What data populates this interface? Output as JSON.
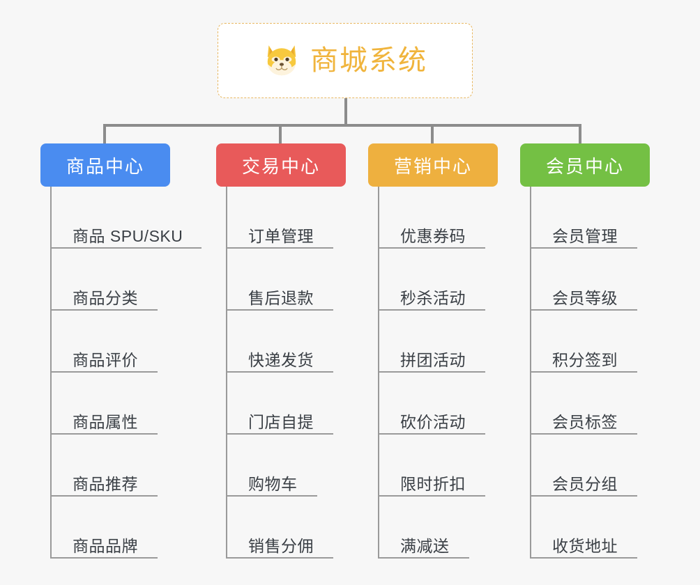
{
  "diagram": {
    "title": "商城系统",
    "root": {
      "label": "商城系统",
      "icon": "shiba-dog-face-icon",
      "text_color": "#f0b43c",
      "border_color": "#e8b760",
      "background": "#ffffff"
    },
    "connector_color": "#8c8c8c",
    "page_background": "#f7f7f7",
    "leaf_text_color": "#3a3f45",
    "columns": [
      {
        "id": "product-center",
        "header": "商品中心",
        "color": "#4a8cf0",
        "items": [
          "商品 SPU/SKU",
          "商品分类",
          "商品评价",
          "商品属性",
          "商品推荐",
          "商品品牌"
        ]
      },
      {
        "id": "trade-center",
        "header": "交易中心",
        "color": "#e85a5a",
        "items": [
          "订单管理",
          "售后退款",
          "快递发货",
          "门店自提",
          "购物车",
          "销售分佣"
        ]
      },
      {
        "id": "marketing-center",
        "header": "营销中心",
        "color": "#eeb03f",
        "items": [
          "优惠券码",
          "秒杀活动",
          "拼团活动",
          "砍价活动",
          "限时折扣",
          "满减送"
        ]
      },
      {
        "id": "member-center",
        "header": "会员中心",
        "color": "#74c044",
        "items": [
          "会员管理",
          "会员等级",
          "积分签到",
          "会员标签",
          "会员分组",
          "收货地址"
        ]
      }
    ]
  }
}
